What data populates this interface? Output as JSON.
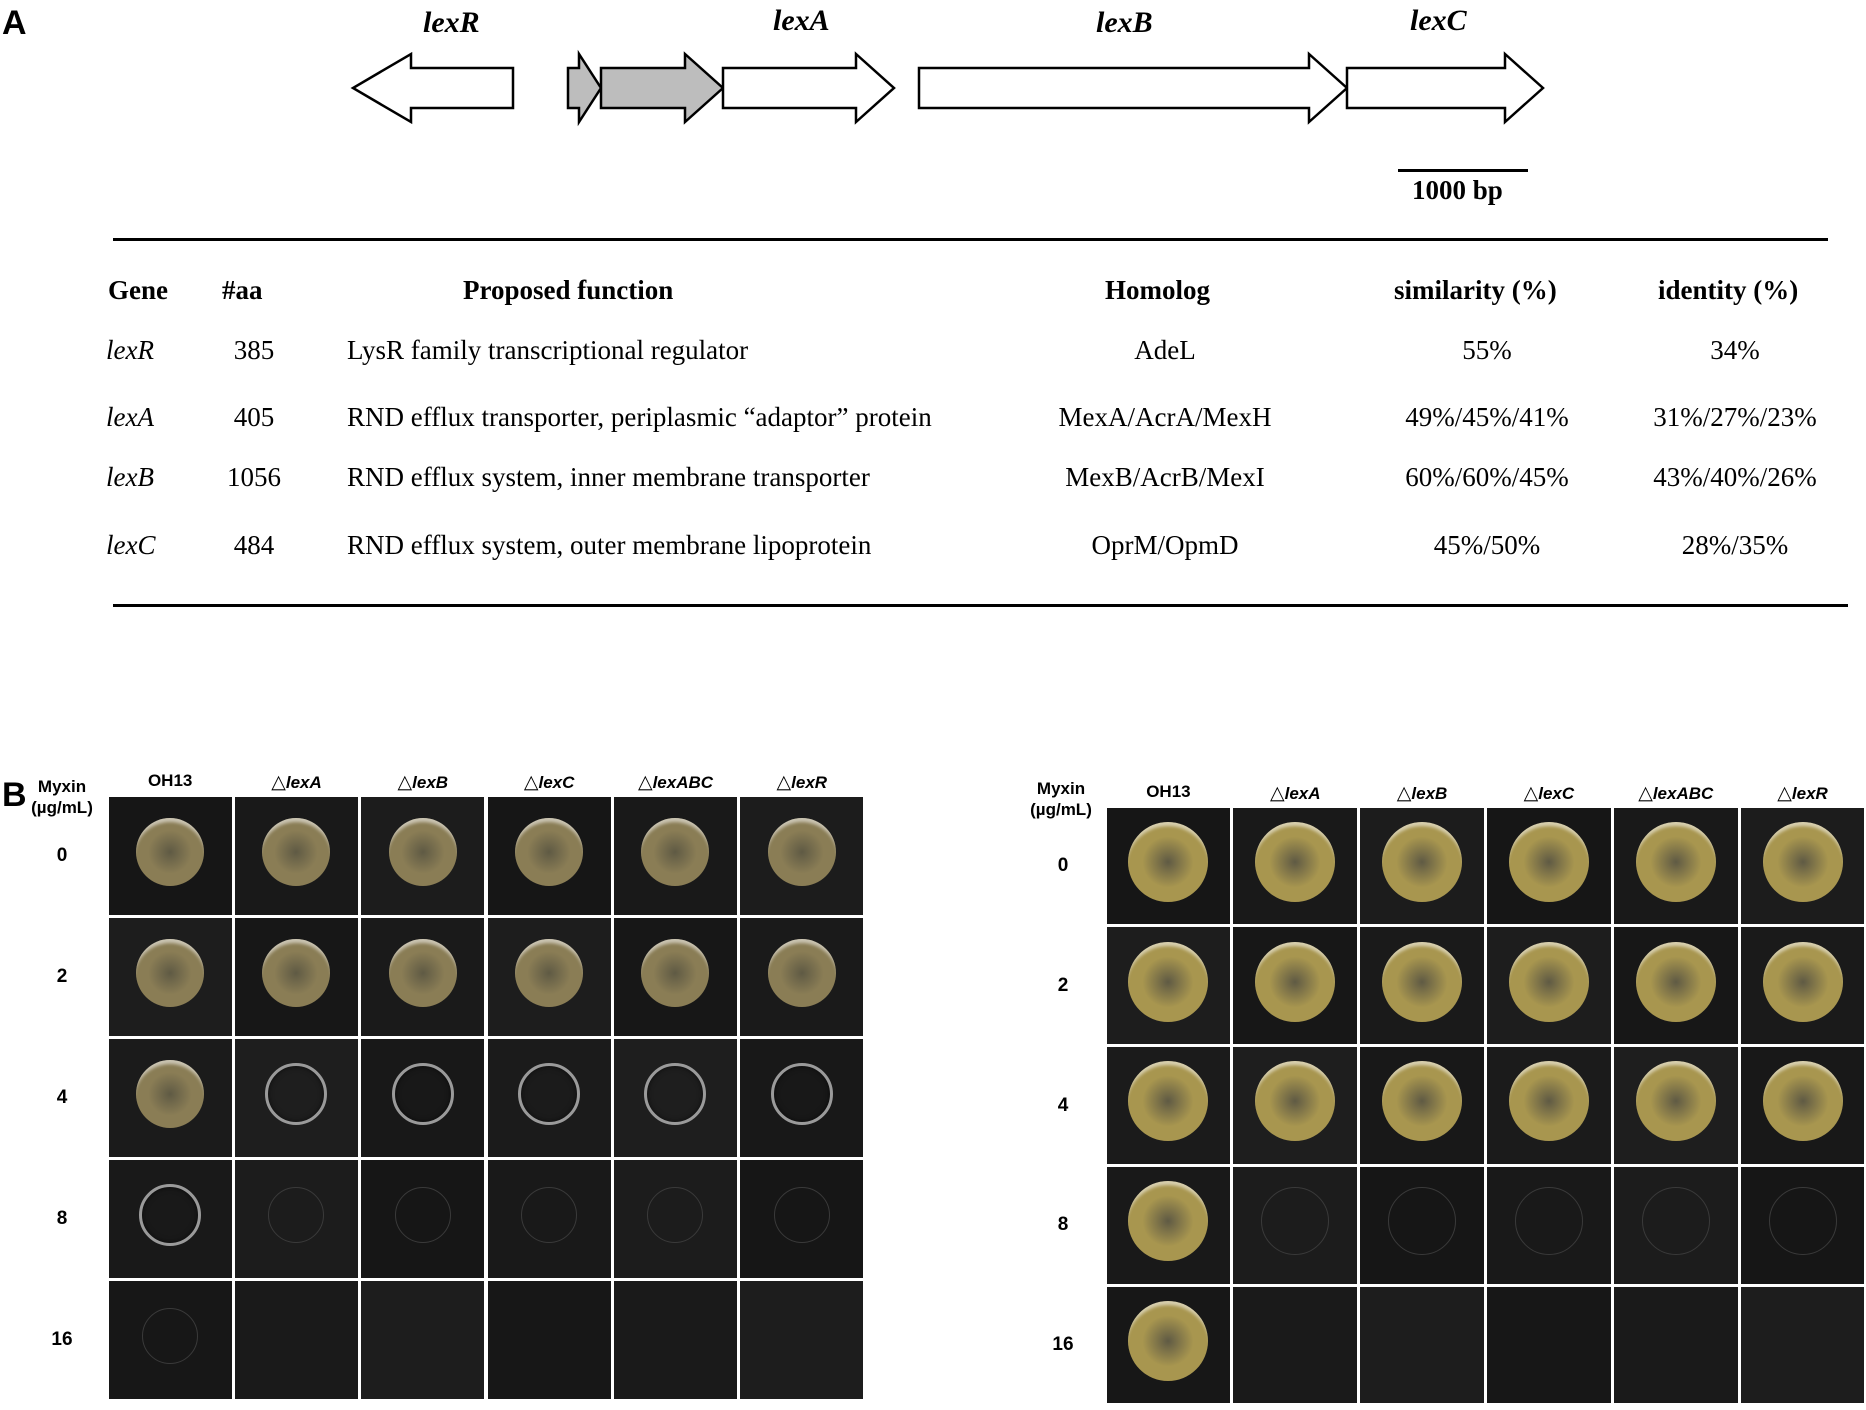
{
  "panel_a": {
    "letter": "A",
    "genes": [
      {
        "label": "lexR",
        "direction": "left",
        "fill": "#ffffff"
      },
      {
        "label": "",
        "direction": "right",
        "fill": "#bdbdbd"
      },
      {
        "label": "",
        "direction": "right",
        "fill": "#bdbdbd"
      },
      {
        "label": "lexA",
        "direction": "right",
        "fill": "#ffffff"
      },
      {
        "label": "lexB",
        "direction": "right",
        "fill": "#ffffff"
      },
      {
        "label": "lexC",
        "direction": "right",
        "fill": "#ffffff"
      }
    ],
    "scale_bar": "1000 bp",
    "table": {
      "headers": [
        "Gene",
        "#aa",
        "Proposed function",
        "Homolog",
        "similarity (%)",
        "identity (%)"
      ],
      "rows": [
        [
          "lexR",
          "385",
          "LysR family transcriptional regulator",
          "AdeL",
          "55%",
          "34%"
        ],
        [
          "lexA",
          "405",
          "RND efflux transporter, periplasmic “adaptor” protein",
          "MexA/AcrA/MexH",
          "49%/45%/41%",
          "31%/27%/23%"
        ],
        [
          "lexB",
          "1056",
          "RND efflux system, inner membrane transporter",
          "MexB/AcrB/MexI",
          "60%/60%/45%",
          "43%/40%/26%"
        ],
        [
          "lexC",
          "484",
          "RND efflux system, outer membrane lipoprotein",
          "OprM/OpmD",
          "45%/50%",
          "28%/35%"
        ]
      ]
    }
  },
  "panel_b": {
    "letter": "B",
    "axis_title": [
      "Myxin",
      "(µg/mL)"
    ],
    "delta_symbol": "△",
    "strains": [
      "OH13",
      "lexA",
      "lexB",
      "lexC",
      "lexABC",
      "lexR"
    ],
    "concentrations": [
      "0",
      "2",
      "4",
      "8",
      "16"
    ],
    "plates": [
      {
        "growth": [
          [
            "full",
            "full",
            "full",
            "full",
            "full",
            "full"
          ],
          [
            "full",
            "full",
            "full",
            "full",
            "full",
            "full"
          ],
          [
            "full",
            "ring",
            "ring",
            "ring",
            "ring",
            "ring"
          ],
          [
            "ring",
            "faint",
            "faint",
            "faint",
            "faint",
            "faint"
          ],
          [
            "faint",
            "none",
            "none",
            "none",
            "none",
            "none"
          ]
        ]
      },
      {
        "growth": [
          [
            "full",
            "full",
            "full",
            "full",
            "full",
            "full"
          ],
          [
            "full",
            "full",
            "full",
            "full",
            "full",
            "full"
          ],
          [
            "full",
            "full",
            "full",
            "full",
            "full",
            "full"
          ],
          [
            "full",
            "faint",
            "faint",
            "faint",
            "faint",
            "faint"
          ],
          [
            "full",
            "none",
            "none",
            "none",
            "none",
            "none"
          ]
        ]
      }
    ]
  },
  "colors": {
    "plate_background": "#1c1c1c",
    "grid_gap": "#ffffff",
    "colony_left": "#8a7d55",
    "colony_right": "#a8964f",
    "gene_gray": "#bdbdbd"
  }
}
